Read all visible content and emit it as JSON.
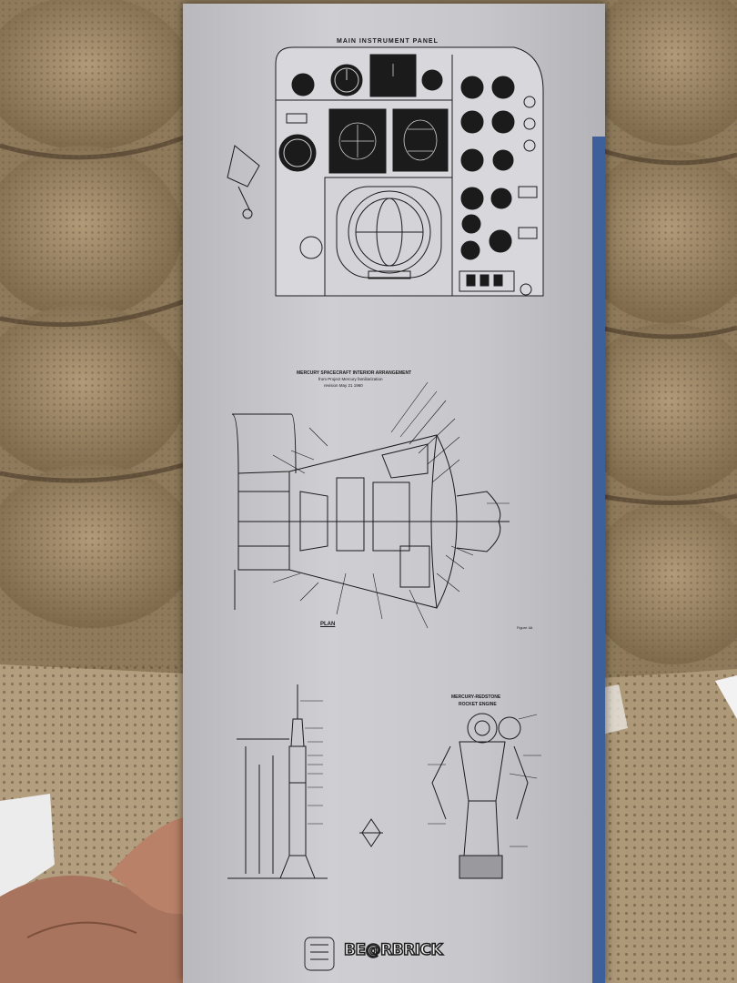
{
  "photo": {
    "subject": "BE@RBRICK box side panel",
    "colors": {
      "couch": "#9c876a",
      "box": "#c4c4c8",
      "box_edge": "#3d5f9a",
      "ink": "#1b1b1b"
    }
  },
  "box": {
    "panel_title": "MAIN INSTRUMENT PANEL",
    "diagram_title": "MERCURY SPACECRAFT INTERIOR ARRANGEMENT",
    "diagram_subtitle_1": "from Project Mercury familiarization",
    "diagram_subtitle_2": "revision May 21 1960",
    "plan_label": "PLAN",
    "figure_label": "Figure 4A",
    "engine_title_1": "MERCURY-REDSTONE",
    "engine_title_2": "ROCKET ENGINE",
    "brand_text": "BE@RBRICK"
  }
}
